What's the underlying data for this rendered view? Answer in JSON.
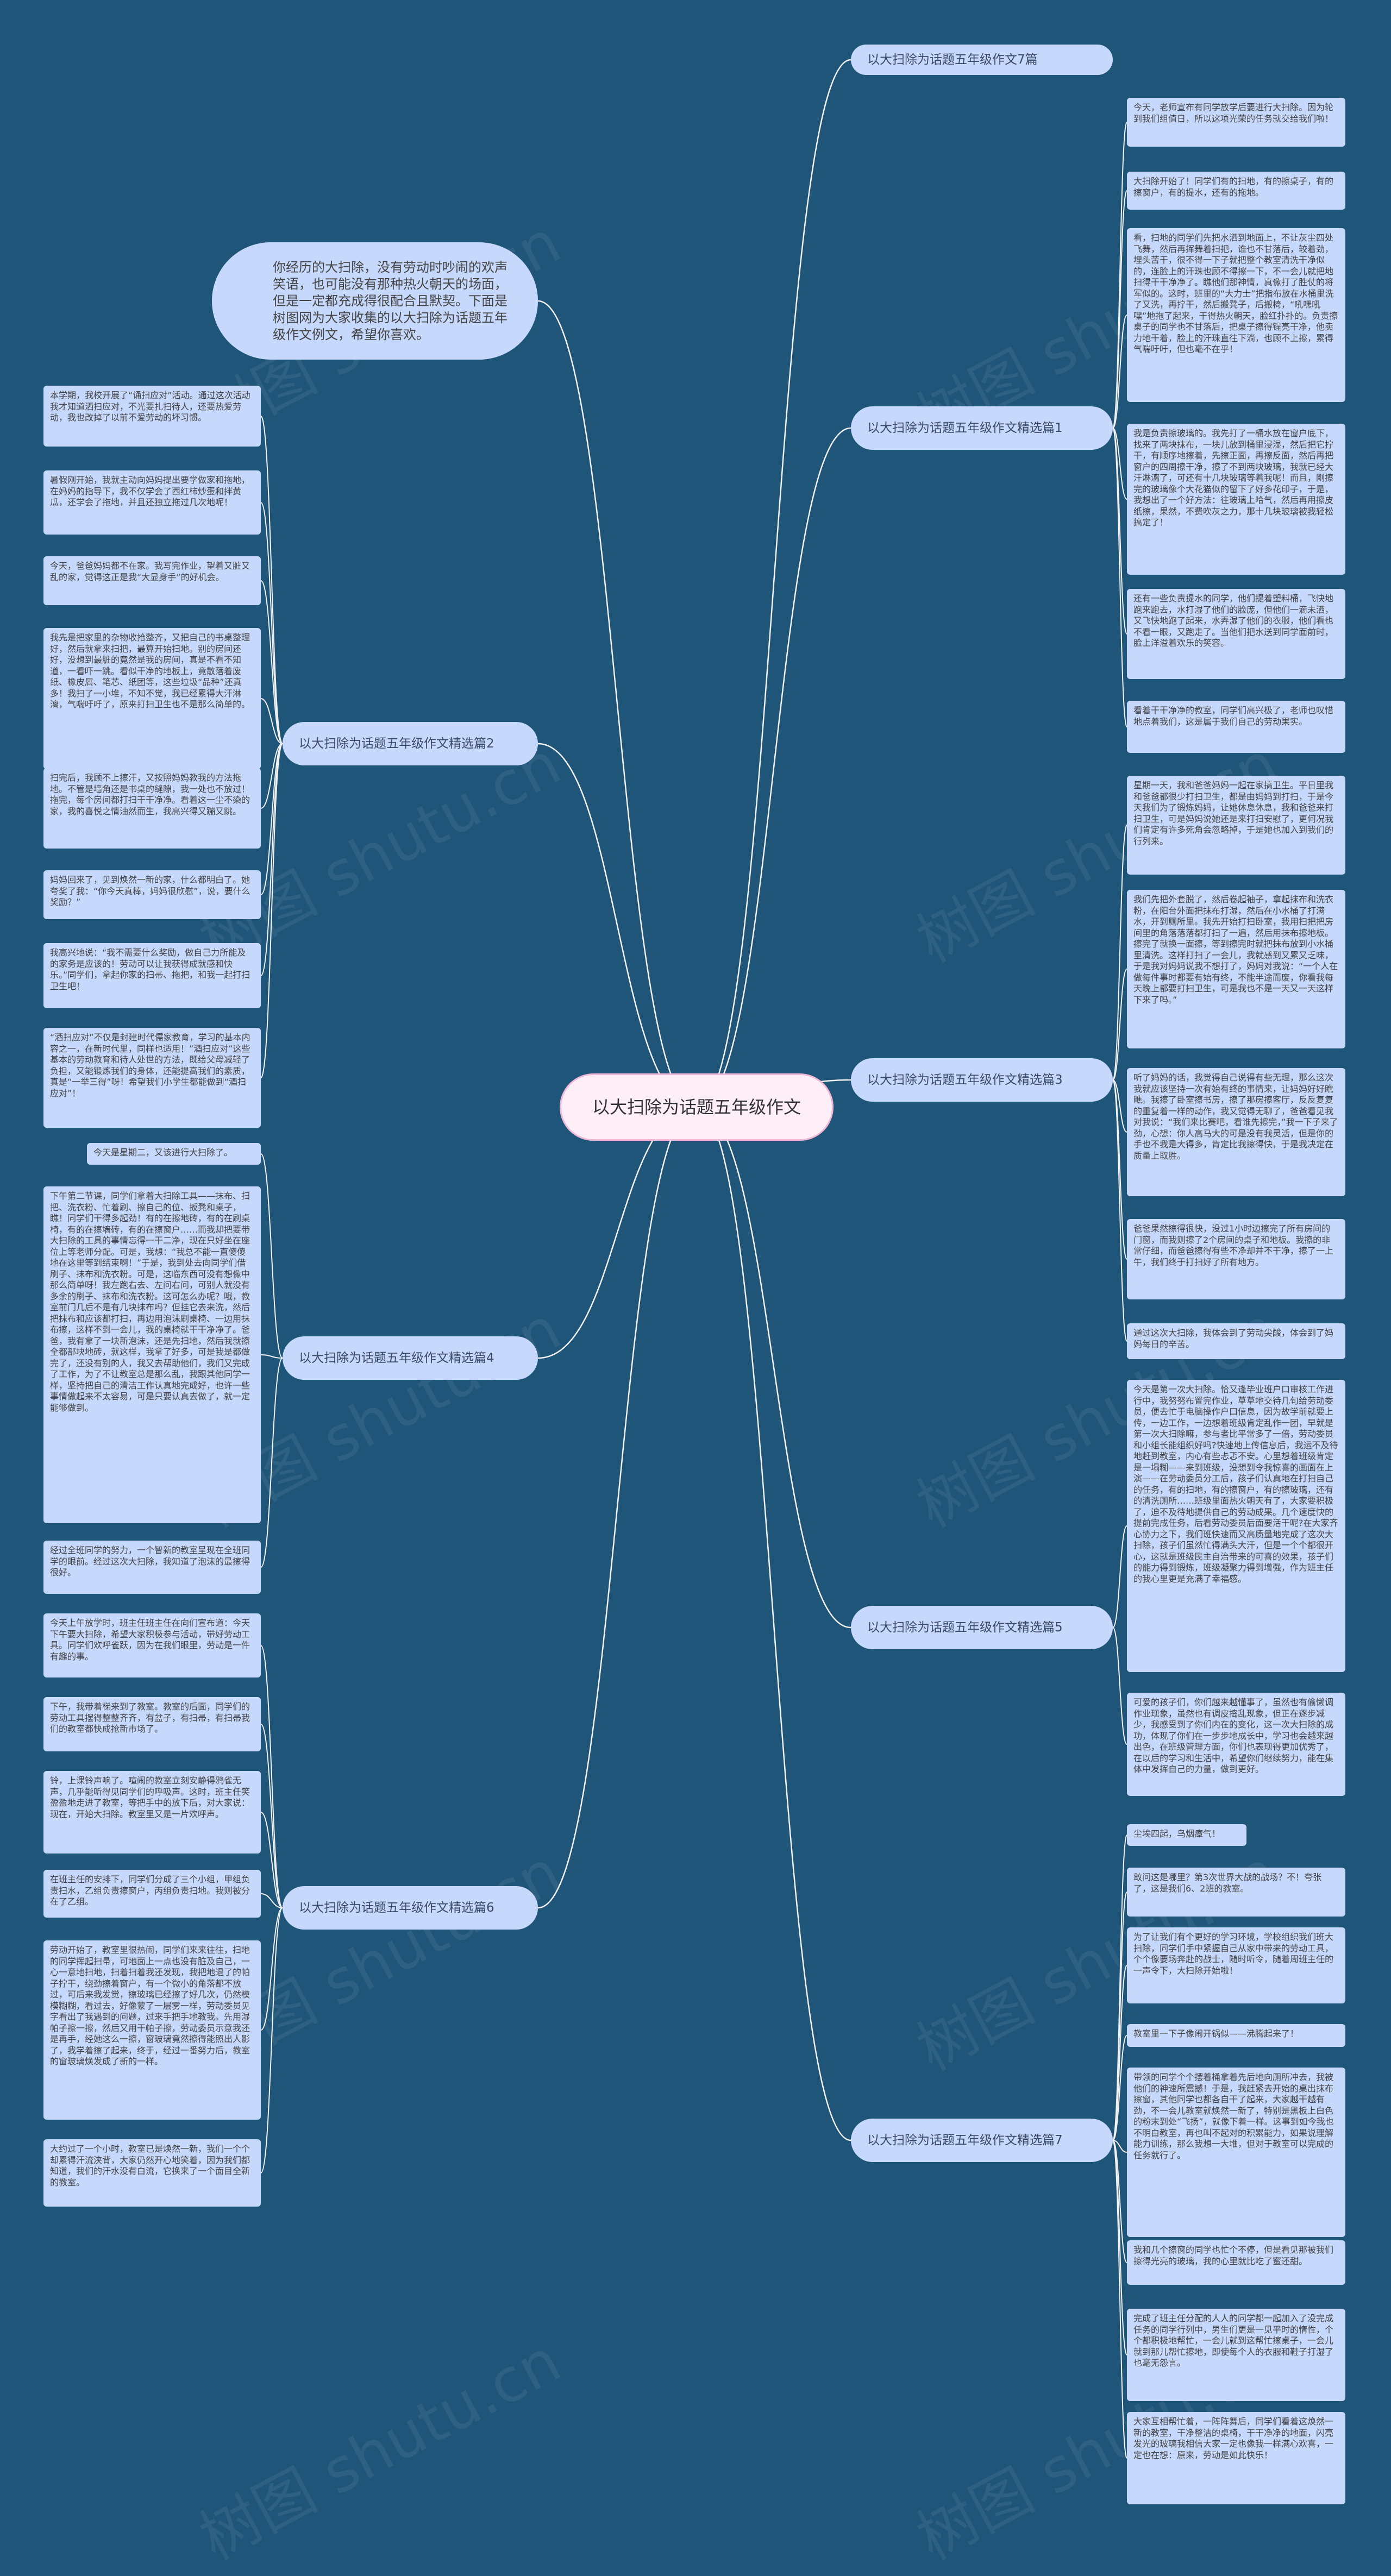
{
  "root": {
    "title": "以大扫除为话题五年级作文"
  },
  "intro": "你经历的大扫除，没有劳动时吵闹的欢声笑语，也可能没有那种热火朝天的场面，但是一定都充成得很配合且默契。下面是树图网为大家收集的以大扫除为话题五年级作文例文，希望你喜欢。",
  "branches": [
    {
      "label": "以大扫除为话题五年级作文7篇",
      "leaves": []
    },
    {
      "label": "以大扫除为话题五年级作文精选篇1",
      "leaves": [
        "今天，老师宣布有同学放学后要进行大扫除。因为轮到我们组值日，所以这项光荣的任务就交给我们啦！",
        "大扫除开始了！同学们有的扫地，有的擦桌子，有的擦窗户，有的提水，还有的拖地。",
        "看，扫地的同学们先把水洒到地面上，不让灰尘四处飞舞，然后再挥舞着扫把，谁也不甘落后，较着劲，埋头苦干，很不得一下子就把整个教室清洗干净似的，连脸上的汗珠也顾不得擦一下，不一会儿就把地扫得干干净净了。瞧他们那神情，真像打了胜仗的将军似的。这时，班里的“大力士”把指布放在水桶里洗了又洗，再拧干，然后搬凳子，后搬椅，“吼嘿吼嘿”地拖了起来，干得热火朝天，脸红扑扑的。负责擦桌子的同学也不甘落后，把桌子擦得锃亮干净，他卖力地干着，脸上的汗珠直往下淌，也顾不上擦，累得气喘吁吁，但也毫不在乎！",
        "我是负责擦玻璃的。我先打了一桶水放在窗户底下，找来了两块抹布，一块儿放到桶里浸湿，然后把它拧干，有顺序地擦着，先擦正面，再擦反面，然后再把窗户的四周擦干净，擦了不到两块玻璃，我就已经大汗淋漓了，可还有十几块玻璃等着我呢！而且，刚擦完的玻璃像个大花猫似的留下了好多花印子，于是，我想出了一个好方法：往玻璃上哈气，然后再用擦皮纸擦，果然，不费吹灰之力，那十几块玻璃被我轻松搞定了！",
        "还有一些负责提水的同学，他们提着塑料桶，飞快地跑来跑去，水打湿了他们的脸庞，但他们一滴未洒，又飞快地跑了起来，水弄湿了他们的衣服，他们看也不看一眼，又跑走了。当他们把水送到同学面前时，脸上洋溢着欢乐的笑容。",
        "看着干干净净的教室，同学们高兴极了，老师也叹惜地点着我们，这是属于我们自己的劳动果实。"
      ]
    },
    {
      "label": "以大扫除为话题五年级作文精选篇2",
      "leaves": [
        "本学期，我校开展了“诵扫应对”活动。通过这次活动我才知道洒扫应对，不光要扎扫待人，还要热爱劳动，我也改掉了以前不爱劳动的坏习惯。",
        "暑假刚开始，我就主动向妈妈提出要学做家和拖地，在妈妈的指导下，我不仅学会了西红柿炒蛋和拌黄瓜，还学会了拖地，并且还独立拖过几次地呢！",
        "今天，爸爸妈妈都不在家。我写完作业，望着又脏又乱的家，觉得这正是我“大显身手”的好机会。",
        "我先是把家里的杂物收拾整齐，又把自己的书桌整理好，然后就拿来扫把，最算开始扫地。别的房间还好，没想到最脏的竟然是我的房间，真是不看不知道，一看吓一跳。看似干净的地板上，竟散落着废纸、橡皮屑、笔芯、纸团等，这些垃圾“品种”还真多！我扫了一小堆，不知不觉，我已经累得大汗淋漓，气喘吁吁了，原来打扫卫生也不是那么简单的。",
        "扫完后，我顾不上擦汗，又按照妈妈教我的方法拖地。不管是墙角还是书桌的缝隙，我一处也不放过！拖完，每个房间都打扫干干净净。看着这一尘不染的家，我的喜悦之情油然而生，我高兴得又蹦又跳。",
        "妈妈回来了，见到焕然一新的家，什么都明白了。她夸奖了我：“你今天真棒，妈妈很欣慰”，说，要什么奖励？”",
        "我高兴地说：“我不需要什么奖励，做自己力所能及的家务是应该的！劳动可以让我获得成就感和快乐。”同学们，拿起你家的扫帚、拖把，和我一起打扫卫生吧！",
        "“酒扫应对”不仅是封建时代儒家教育，学习的基本内容之一，在新时代里，同样也适用！”酒扫应对”这些基本的劳动教育和待人处世的方法，既给父母减轻了负担，又能锻炼我们的身体，还能提高我们的素质，真是“一举三得”呀！希望我们小学生都能做到“酒扫应对”！"
      ]
    },
    {
      "label": "以大扫除为话题五年级作文精选篇3",
      "leaves": [
        "星期一天，我和爸爸妈妈一起在家搞卫生。平日里我和爸爸都很少打扫卫生，都是由妈妈到打扫，于是今天我们为了锻炼妈妈，让她休息休息，我和爸爸来打扫卫生，可是妈妈说她还是来打扫安慰了，更何况我们肯定有许多死角会忽略掉，于是她也加入到我们的行列来。",
        "我们先把外套脱了，然后卷起袖子，拿起抹布和洗衣粉，在阳台外面把抹布打湿，然后在小水桶了打满水，开到厕所里。我先开始打扫卧室，我用扫把把房间里的角落落落都打扫了一遍，然后用抹布擦地板。擦完了就换一面擦，等到擦完时就把抹布放到小水桶里清洗。这样打扫了一会儿，我就感到又累又乏味，于是我对妈妈说我不想打了，妈妈对我说：“一个人在做每件事时都要有始有终，不能半途而废，你看我每天晚上都要打扫卫生，可是我也不是一天又一天这样下来了吗。”",
        "听了妈妈的话，我觉得自己说得有些无理，那么这次我就应该坚持一次有始有终的事情来，让妈妈好好瞧瞧。我擦了卧室擦书房，擦了那房擦客厅，反反复复的重复着一样的动作，我又觉得无聊了，爸爸看见我对我说：“我们来比赛吧，看谁先擦完，”我一下子来了劲，心想：你人高马大的可是没有我灵活，但是你的手也不我是大得多，肯定比我擦得快，于是我决定在质量上取胜。",
        "爸爸果然擦得很快，没过1小时边擦完了所有房间的门窗，而我则擦了2个房间的桌子和地板。我擦的非常仔细，而爸爸擦得有些不净却并不干净，擦了一上午，我们终于打扫好了所有地方。",
        "通过这次大扫除，我体会到了劳动尖酸，体会到了妈妈每日的辛苦。"
      ]
    },
    {
      "label": "以大扫除为话题五年级作文精选篇4",
      "leaves": [
        "今天是星期二，又该进行大扫除了。",
        "下午第二节课，同学们拿着大扫除工具——抹布、扫把、洗衣粉、忙着刷、擦自己的位、扳凳和桌子，瞧！同学们干得多起劲！有的在擦地砖，有的在刷桌椅，有的在擦墙砖，有的在擦窗户……而我却把要带大扫除的工具的事情忘得一干二净，现在只好坐在座位上等老师分配。可是，我想：“我总不能一直傻傻地在这里等到结束啊！”于是，我到处去向同学们借刷子、抹布和洗衣粉。可是，这临东西可没有想像中那么简单呀！我左跑右去、左问右问，可别人就没有多余的刷子、抹布和洗衣粉。这可怎么办呢？哦，教室前门几后不是有几块抹布吗？但挂它去来洗，然后把抹布和应该都打扫，再边用泡沫刷桌椅、一边用抹布擦，这样不到一会儿，我的桌椅就干干净净了。爸爸，我有拿了一块新泡沫，还是先扫地，然后我就擦全都部块地砖，就这样，我拿了好多，可是我是都做完了，还没有别的人，我又去帮助他们，我们又完成了工作，为了不让教室总是那么乱，我跟其他同学一样，坚持把自己的清洁工作认真地完成好，也许一些事情做起来不太容易，可是只要认真去做了，就一定能够做到。",
        "经过全班同学的努力，一个智新的教室呈现在全班同学的眼前。经过这次大扫除，我知道了泡沫的最擦得很好。"
      ]
    },
    {
      "label": "以大扫除为话题五年级作文精选篇5",
      "leaves": [
        "今天是第一次大扫除。恰又逢毕业班户口审核工作进行中，我努努布置完作业，草草地交待几句给劳动委员，便去忙于电脑操作户口信息，因为故学前就要上传，一边工作，一边想着班级肯定乱作一团，早就是第一次大扫除嘛，参与者比平常多了一倍，劳动委员和小组长能组织好吗?快速地上传信息后，我运不及待地赶到教室，内心有些忐忑不安。心里想着班级肯定是一塌糊——来到班级，没想到令我惊喜的画面在上演——在劳动委员分工后，孩子们认真地在打扫自己的任务，有的扫地，有的擦窗户，有的擦玻璃，还有的清洗厕所……班级里面热火朝天有了，大家要积极了，迫不及待地提供自己的劳动成果。几个速度快的提前完成任务，后看劳动委员后面要活干呢?在大家齐心协力之下，我们班快速而又高质量地完成了这次大扫除，孩子们虽然忙得满头大汗，但是一个个都很开心，这就是班级民主自治带来的可喜的效果，孩子们的能力得到锻炼，班级凝聚力得到增强，作为班主任的我心里更是充满了幸福感。",
        "可爱的孩子们，你们越来越懂事了，虽然也有偷懒调作业现象，虽然也有调皮捣乱现象，但正在逐步减少，我感受到了你们内在的变化，这一次大扫除的成功，体现了你们在一步步地成长中，学习也会越来越出色，在班级管理方面，你们也表现得更加优秀了，在以后的学习和生活中，希望你们继续努力，能在集体中发挥自己的力量，做到更好。"
      ]
    },
    {
      "label": "以大扫除为话题五年级作文精选篇6",
      "leaves": [
        "今天上午放学时，班主任班主任在向们宣布道：今天下午要大扫除，希望大家积极参与活动，带好劳动工具。同学们欢呼雀跃，因为在我们眼里，劳动是一件有趣的事。",
        "下午，我带着梯来到了教室。教室的后面，同学们的劳动工具摆得整整齐齐，有盆子，有扫帚，有扫帚我们的教室都快成抢新市场了。",
        "铃，上课铃声响了。喧闹的教室立刻安静得鸦雀无声，几乎能听得见同学们的呼吸声。这时，班主任笑盈盈地走进了教室，等把手中的放下后，对大家说：现在，开始大扫除。教室里又是一片欢呼声。",
        "在班主任的安排下，同学们分成了三个小组，甲组负责扫水，乙组负责擦窗户，丙组负责扫地。我则被分在了乙组。",
        "劳动开始了，教室里很热闹，同学们来来往往，扫地的同学挥起扫帚，可地面上一点也没有脏及自己，一心一意地扫地，扫着扫着我还发现，我把地退了的帕子拧干，绕劲擦着窗户，有一个微小的角落都不放过，可后来我发觉，擦玻璃已经擦了好几次，仍然模模糊糊，看过去，好像蒙了一层雾一样，劳动委员见字看出了我遇到的问题，过来手把手地教我。先用湿帕子擦一擦，然后又用干帕子擦，劳动委员示意我还是再手，经她这么一擦，窗玻璃竟然擦得能照出人影了，我学着擦了起来，终于，经过一番努力后，教室的窗玻璃焕发成了新的一样。",
        "大约过了一个小时，教室已是焕然一新，我们一个个却累得汗流浃背，大家仍然开心地笑着，因为我们都知道，我们的汗水没有白流，它换来了一个面目全新的教室。"
      ]
    },
    {
      "label": "以大扫除为话题五年级作文精选篇7",
      "leaves": [
        "尘埃四起，乌烟瘴气！",
        "敢问这是哪里？第3次世界大战的战场？不！夸张了，这是我们6、2班的教室。",
        "为了让我们有个更好的学习环境，学校组织我们班大扫除，同学们手中紧握自己从家中带来的劳动工具，个个像要场奔赴的战士，随时听令，随着周班主任的一声令下，大扫除开始啦！",
        "教室里一下子像闹开锅似——沸腾起来了！",
        "带领的同学个个摆着桶拿着先后地向厕所冲去，我被他们的神速所震撼！于是，我赶紧去开始的桌出抹布擦窗，其他同学也都各自干了起来，大家越干越有劲，不一会儿教室就焕然一新了，特别是黑板上白色的粉末到处“飞扬”，就像下着一样。这事到如今我也不明白教室，再也叫不起对的积累能力，如果说理解能力训练，那么我想一大堆，但对于教室可以完成的任务就行了。",
        "我和几个擦窗的同学也忙个不停，但是看见那被我们擦得光亮的玻璃，我的心里就比吃了蜜还甜。",
        "完成了班主任分配的人人的同学都一起加入了没完成任务的同学行列中，男生们更是一见平时的惰性，个个都积极地帮忙，一会儿就到这帮忙擦桌子，一会儿就到那儿帮忙擦地，即使每个人的衣服和鞋子打湿了也毫无怨言。",
        "大家互相帮忙着，一阵阵舞后，同学们看着这焕然一新的教室，干净整洁的桌椅，干干净净的地面，闪亮发光的玻璃我相信大家一定也像我一样满心欢喜，一定也在想：原来，劳动是如此快乐！"
      ]
    }
  ]
}
